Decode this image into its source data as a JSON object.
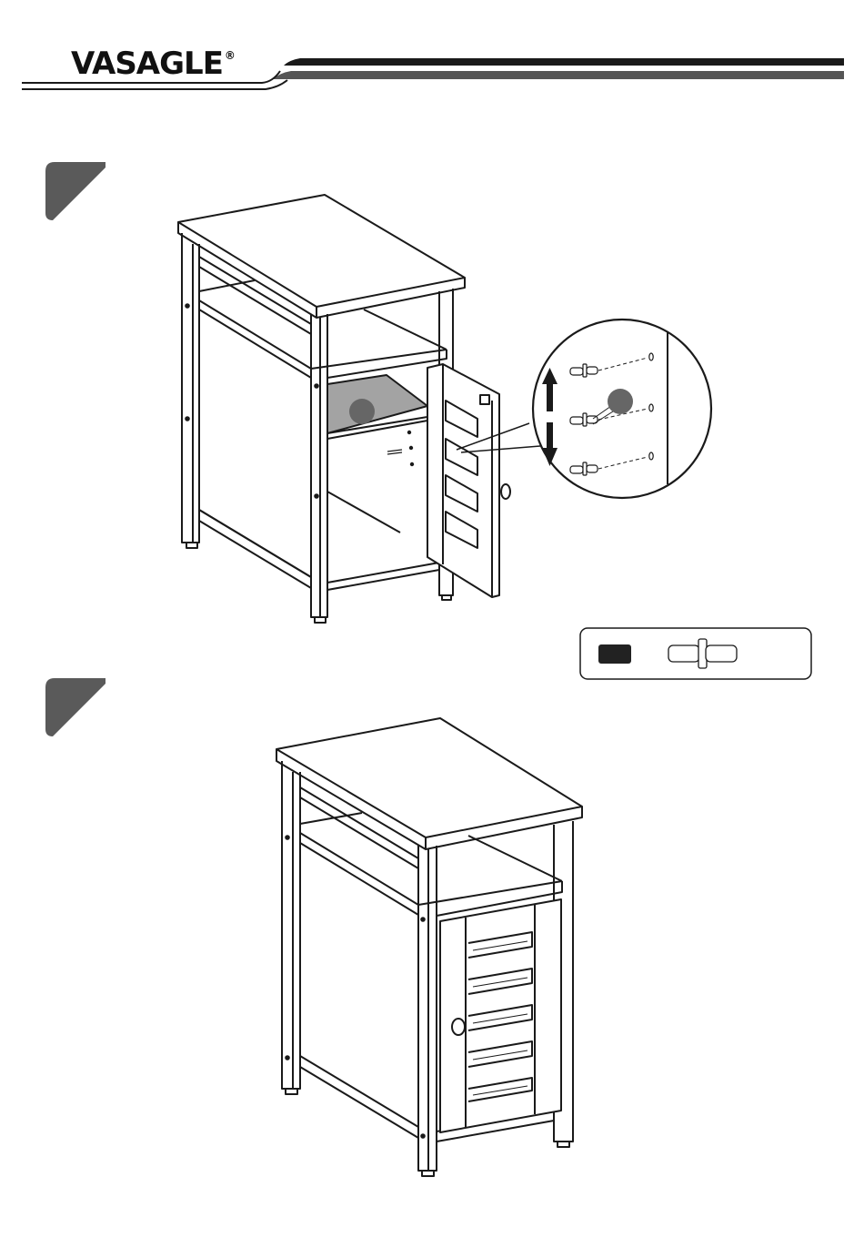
{
  "header": {
    "brand": "VASAGLE",
    "brand_mark": "®"
  },
  "steps": [
    {
      "number": "",
      "icon": "step-badge"
    },
    {
      "number": "",
      "icon": "step-badge"
    }
  ],
  "callouts": {
    "shelf_marker": "",
    "peg_marker": ""
  },
  "parts": [
    {
      "label": "",
      "icon": "shelf-pin-icon"
    }
  ],
  "colors": {
    "line": "#1a1a1a",
    "badge": "#5a5a5a",
    "shelf_fill": "#a3a3a3",
    "part_label": "#222222"
  }
}
